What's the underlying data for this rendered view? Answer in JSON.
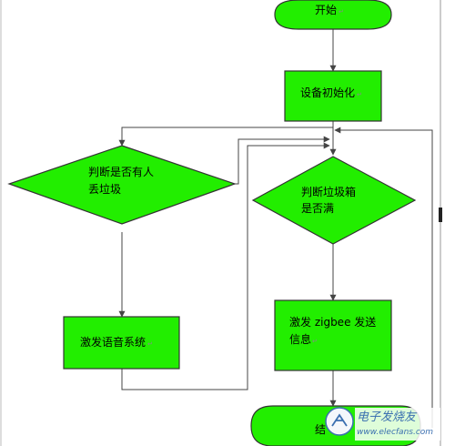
{
  "diagram": {
    "nodes": {
      "start": {
        "label": "开始"
      },
      "init": {
        "label": "设备初始化"
      },
      "check_person": {
        "line1": "判断是否有人",
        "line2": "丢垃圾"
      },
      "check_full": {
        "line1": "判断垃圾箱",
        "line2": "是否满"
      },
      "voice": {
        "label": "激发语音系统"
      },
      "zigbee": {
        "line1": "激发 zigbee 发送",
        "line2": "信息"
      },
      "end": {
        "label": "结"
      }
    },
    "para_mark": "↵"
  },
  "watermark": {
    "text": "电子发烧友",
    "url_text": "www.elecfans.com"
  },
  "colors": {
    "node_fill": "#22ee00",
    "stroke": "#333333",
    "line": "#444444"
  }
}
